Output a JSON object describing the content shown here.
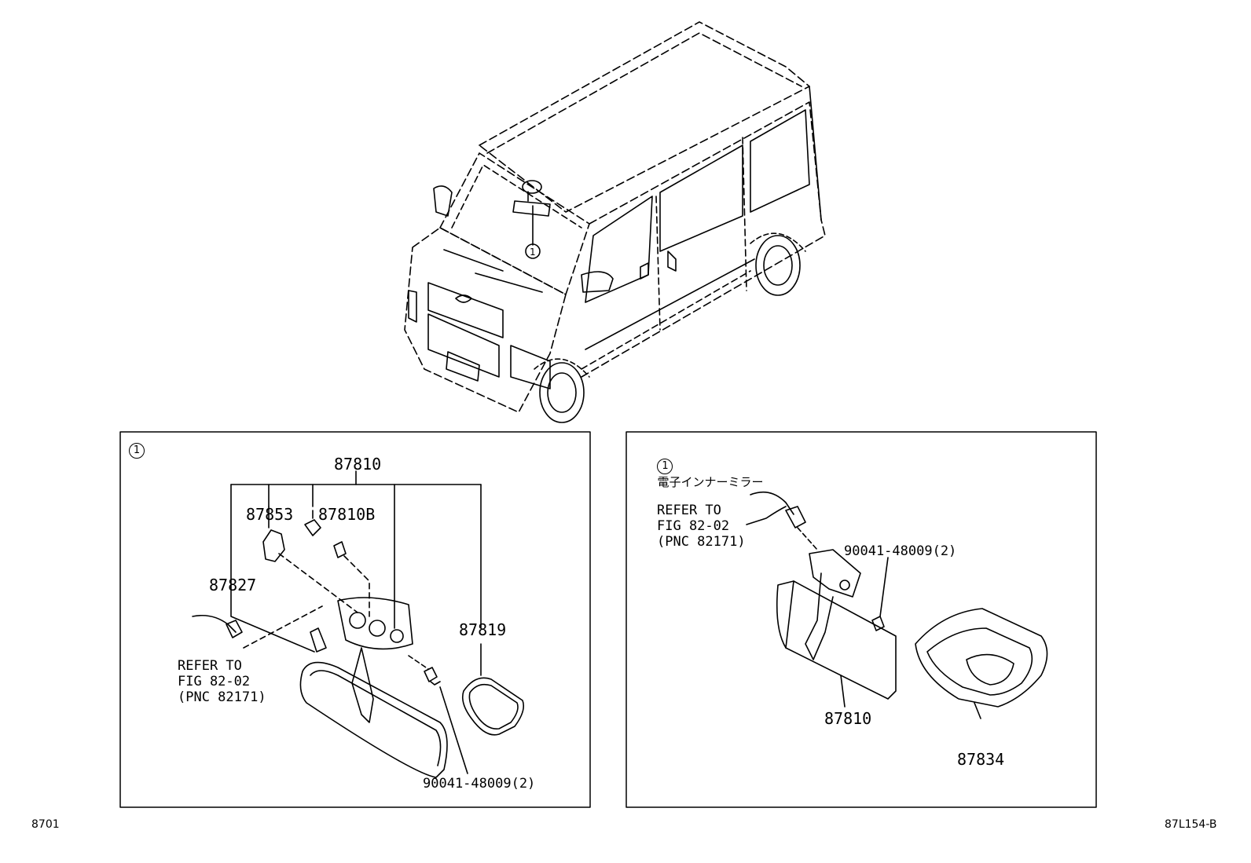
{
  "callout_symbol": "1",
  "panel_left": {
    "callout": "1",
    "labels": {
      "p87810": "87810",
      "p87853": "87853",
      "p87810b": "87810B",
      "p87827": "87827",
      "p87819": "87819",
      "refer1": "REFER TO",
      "refer2": "FIG 82-02",
      "refer3": "(PNC 82171)",
      "bolt": "90041-48009(2)"
    }
  },
  "panel_right": {
    "callout": "1",
    "title": "電子インナーミラー",
    "labels": {
      "refer1": "REFER TO",
      "refer2": "FIG 82-02",
      "refer3": "(PNC 82171)",
      "bolt": "90041-48009(2)",
      "p87810": "87810",
      "p87834": "87834"
    }
  },
  "footer": {
    "left_code": "8701",
    "right_code": "87L154-B"
  }
}
